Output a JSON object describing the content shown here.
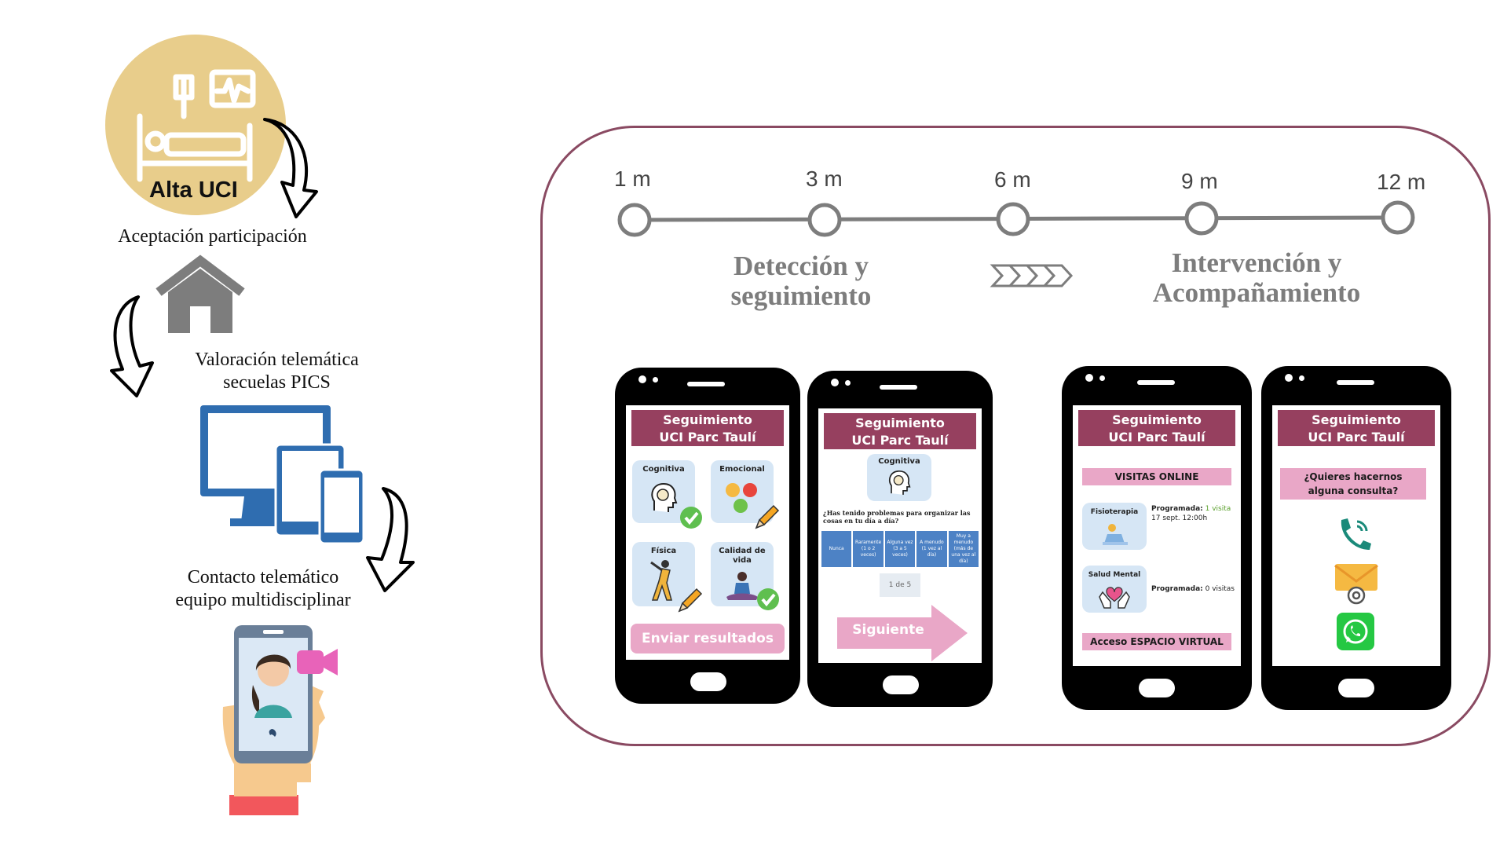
{
  "colors": {
    "gold": "#e8cd8b",
    "maroon": "#96405f",
    "panel_border": "#8a4a62",
    "pink": "#e9a7c7",
    "blue_device": "#2f6db0",
    "timeline_gray": "#7d7d7d",
    "tile_blue": "#d6e6f5"
  },
  "flow": {
    "step1_badge": "Alta UCI",
    "step1_label": "Aceptación participación",
    "step2_label_line1": "Valoración telemática",
    "step2_label_line2": "secuelas PICS",
    "step3_label_line1": "Contacto telemático",
    "step3_label_line2": "equipo multidisciplinar",
    "icons": [
      "icu-bed-icon",
      "house-icon",
      "devices-icon",
      "video-call-phone-icon",
      "curved-arrow-icon"
    ]
  },
  "timeline": {
    "months": [
      "1 m",
      "3 m",
      "6 m",
      "9 m",
      "12 m"
    ],
    "phase1_line1": "Detección y",
    "phase1_line2": "seguimiento",
    "phase2_line1": "Intervención y",
    "phase2_line2": "Acompañamiento"
  },
  "app": {
    "header_line1": "Seguimiento",
    "header_line2": "UCI Parc Taulí"
  },
  "phone1": {
    "tiles": [
      "Cognitiva",
      "Emocional",
      "Física",
      "Calidad de vida"
    ],
    "button": "Enviar resultados"
  },
  "phone2": {
    "tile": "Cognitiva",
    "question": "¿Has tenido problemas para organizar las cosas en tu día a día?",
    "options": [
      "Nunca",
      "Raramente (1 o 2 veces)",
      "Alguna vez (3 a 5 veces)",
      "A menudo (1 vez al día)",
      "Muy a menudo (más de una vez al día)"
    ],
    "pager": "1 de 5",
    "button": "Siguiente"
  },
  "phone3": {
    "bar_top": "VISITAS ONLINE",
    "visit1_name": "Fisioterapia",
    "visit1_prefix": "Programada:",
    "visit1_count": "1 visita",
    "visit1_date": "17 sept. 12:00h",
    "visit2_name": "Salud Mental",
    "visit2_prefix": "Programada:",
    "visit2_count": "0 visitas",
    "bar_bottom": "Acceso ESPACIO VIRTUAL"
  },
  "phone4": {
    "question": "¿Quieres hacernos alguna consulta?",
    "contacts": [
      "phone-icon",
      "email-icon",
      "whatsapp-icon"
    ]
  }
}
